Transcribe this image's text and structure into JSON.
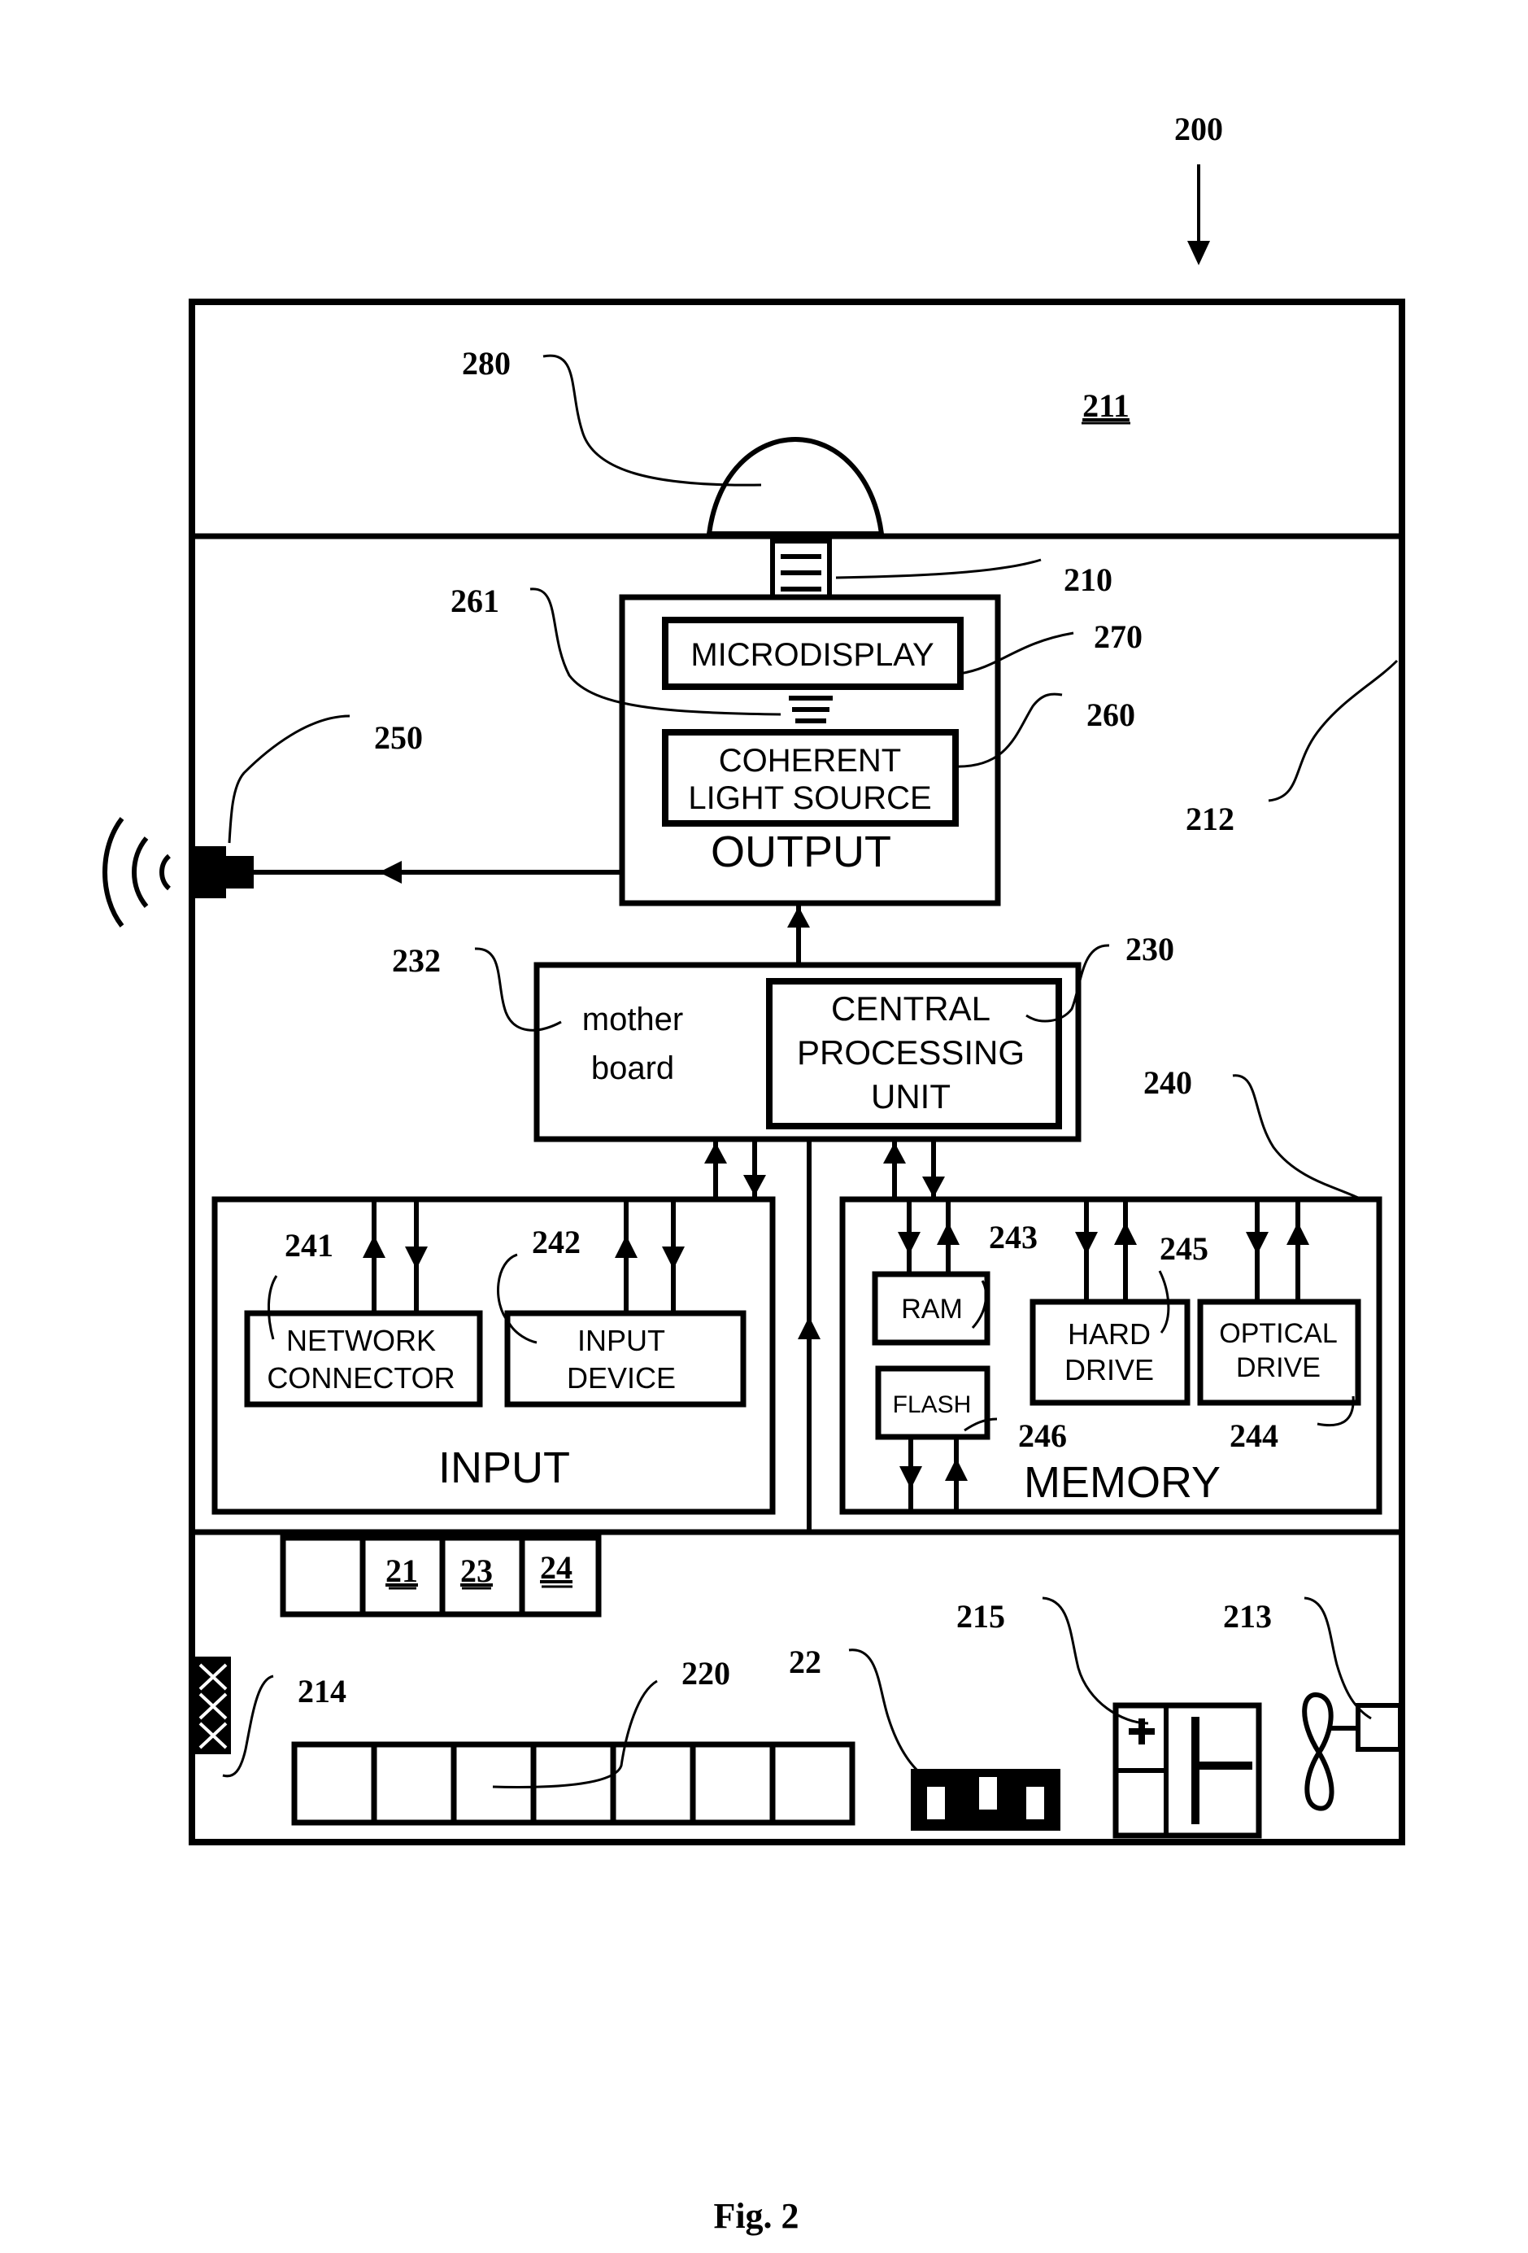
{
  "figure": {
    "caption": "Fig. 2",
    "reference": "200"
  },
  "regions": {
    "top_region": "211",
    "main_region": "212"
  },
  "components": {
    "projector": "280",
    "connector": "210",
    "speaker": "250",
    "mirror_link": "261",
    "microdisplay": {
      "ref": "270",
      "label": "MICRODISPLAY"
    },
    "light_source": {
      "ref": "260",
      "line1": "COHERENT",
      "line2": "LIGHT SOURCE"
    },
    "output": {
      "label": "OUTPUT"
    },
    "motherboard": {
      "ref": "232",
      "line1": "mother",
      "line2": "board"
    },
    "cpu": {
      "ref": "230",
      "line1": "CENTRAL",
      "line2": "PROCESSING",
      "line3": "UNIT"
    },
    "input": {
      "label": "INPUT"
    },
    "network_connector": {
      "ref": "241",
      "line1": "NETWORK",
      "line2": "CONNECTOR"
    },
    "input_device": {
      "ref": "242",
      "line1": "INPUT",
      "line2": "DEVICE"
    },
    "memory": {
      "ref": "240",
      "label": "MEMORY"
    },
    "ram": {
      "ref": "243",
      "label": "RAM"
    },
    "flash": {
      "ref": "246",
      "label": "FLASH"
    },
    "hard_drive": {
      "ref": "245",
      "line1": "HARD",
      "line2": "DRIVE"
    },
    "optical_drive": {
      "ref": "244",
      "line1": "OPTICAL",
      "line2": "DRIVE"
    },
    "ports": [
      "21",
      "23",
      "24"
    ],
    "grille": "214",
    "keypad": "220",
    "usb_port": "22",
    "battery": "215",
    "fan": "213"
  }
}
